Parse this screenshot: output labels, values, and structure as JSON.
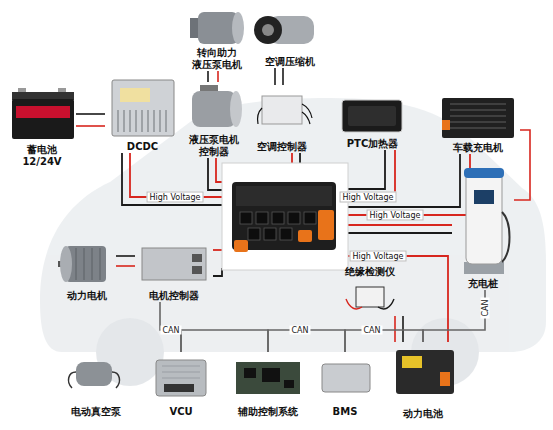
{
  "diagram": {
    "nodes": [
      {
        "text": [
          "蓄电池",
          "12/24V"
        ]
      },
      {
        "text": [
          "DCDC"
        ]
      },
      {
        "text": [
          "转向助力 液压泵电机"
        ]
      },
      {
        "text": [
          "液压泵电机 控制器"
        ]
      },
      {
        "text": [
          "空调压缩机"
        ]
      },
      {
        "text": [
          "空调控制器"
        ]
      },
      {
        "text": [
          "PTC加热器"
        ]
      },
      {
        "text": [
          "车载充电机"
        ]
      },
      {
        "text": [
          "充电桩"
        ]
      },
      {
        "text": [
          "动力电机"
        ]
      },
      {
        "text": [
          "电机控制器"
        ]
      },
      {
        "text": [
          "绝缘检测仪"
        ]
      },
      {
        "text": [
          "电动真空泵"
        ]
      },
      {
        "text": [
          "VCU"
        ]
      },
      {
        "text": [
          "辅助控制系统"
        ]
      },
      {
        "text": [
          "BMS"
        ]
      },
      {
        "text": [
          "动力电池"
        ]
      }
    ],
    "edges": [
      {
        "from": 0,
        "to": 1,
        "arrow": "none"
      },
      {
        "from": 0,
        "to": 1,
        "arrow": "none"
      },
      {
        "from": 2,
        "to": 3,
        "arrow": "none"
      },
      {
        "from": 2,
        "to": 3,
        "arrow": "none"
      },
      {
        "from": 4,
        "to": 5,
        "arrow": "none"
      },
      {
        "from": 4,
        "to": 5,
        "arrow": "none"
      },
      {
        "from": 9,
        "to": 10,
        "arrow": "none"
      },
      {
        "from": 9,
        "to": 10,
        "arrow": "none"
      },
      {
        "from": 11,
        "to": 16,
        "arrow": "none"
      },
      {
        "from": 11,
        "to": 16,
        "arrow": "none"
      },
      {
        "from": 10,
        "to": 13,
        "label": "CAN",
        "arrow": "none"
      },
      {
        "from": 13,
        "to": 14,
        "arrow": "none"
      },
      {
        "from": 14,
        "to": 15,
        "label": "CAN",
        "arrow": "none"
      },
      {
        "from": 15,
        "to": 16,
        "label": "CAN",
        "arrow": "none"
      },
      {
        "from": 16,
        "to": 8,
        "label": "CAN",
        "arrow": "none"
      },
      {
        "from": 7,
        "to": 8,
        "arrow": "none"
      }
    ],
    "labels": [
      "High Voltage",
      "High Voltage",
      "High Voltage",
      "High Voltage"
    ]
  }
}
